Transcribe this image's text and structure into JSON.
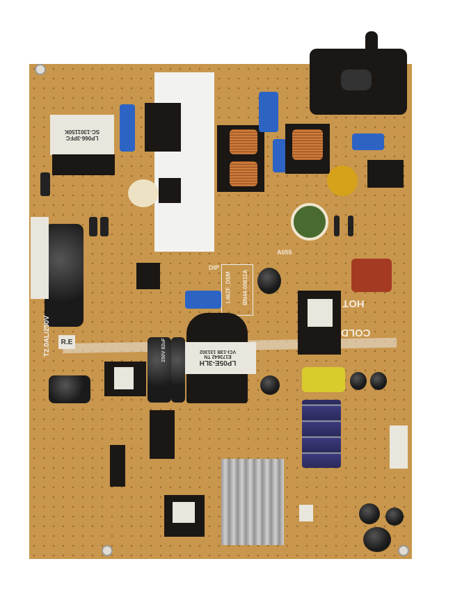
{
  "board": {
    "part_number": "BN44-00611A",
    "model": "L46ZF_DSM",
    "zone_hot": "HOT",
    "zone_cold": "COLD",
    "dip_marker": "DIP",
    "fuse_rating": "T2.0AL/250V",
    "re_label": "R.E",
    "voltage_label": "A055"
  },
  "transformers": {
    "pfc_model": "LP066-3PFC",
    "pfc_code": "SC-1301150K",
    "main_model": "LP05E-3LH",
    "main_cert": "E173642 TN",
    "main_code": "VCI-13B 131302"
  },
  "capacitors": {
    "bulk_rating": "250V 82uF"
  },
  "colors": {
    "board": "#c8964c",
    "silk": "#e6e0d6",
    "heatsink": "#b8b8b8"
  }
}
